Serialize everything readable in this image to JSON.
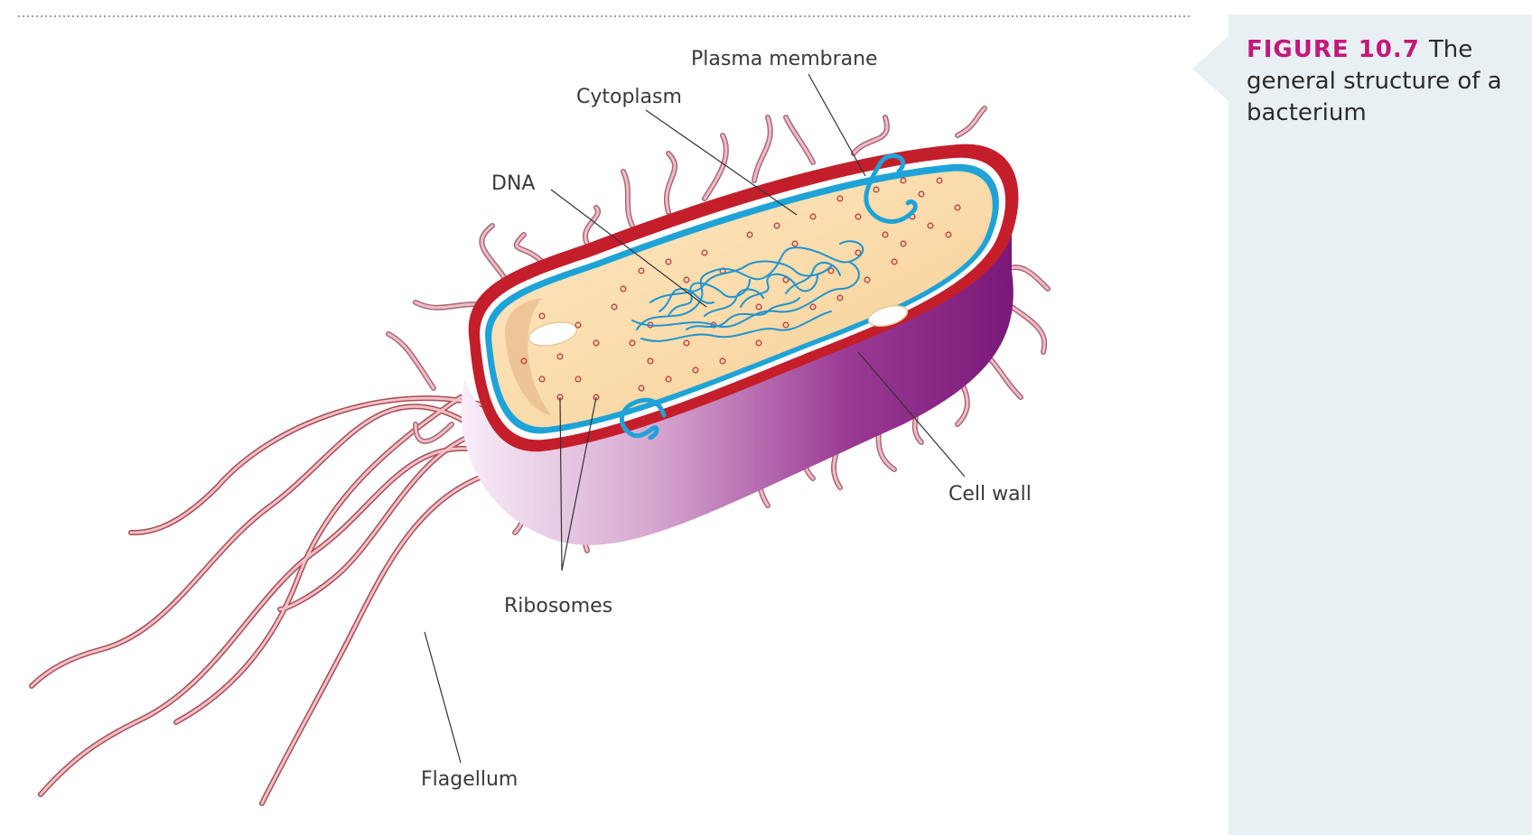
{
  "figure": {
    "number": "FIGURE 10.7",
    "title": "The general structure of a bacterium"
  },
  "labels": {
    "plasma_membrane": "Plasma membrane",
    "cytoplasm": "Cytoplasm",
    "dna": "DNA",
    "cell_wall": "Cell wall",
    "ribosomes": "Ribosomes",
    "flagellum": "Flagellum"
  },
  "colors": {
    "accent": "#c4177c",
    "cell_wall": "#c41e2b",
    "plasma_membrane": "#1ea3d8",
    "cytoplasm": "#fbdca7",
    "body_purple": "#8a1f86",
    "pili": "#d08a98",
    "flagella": "#c9606b",
    "caption_panel": "#e8f0f3"
  }
}
